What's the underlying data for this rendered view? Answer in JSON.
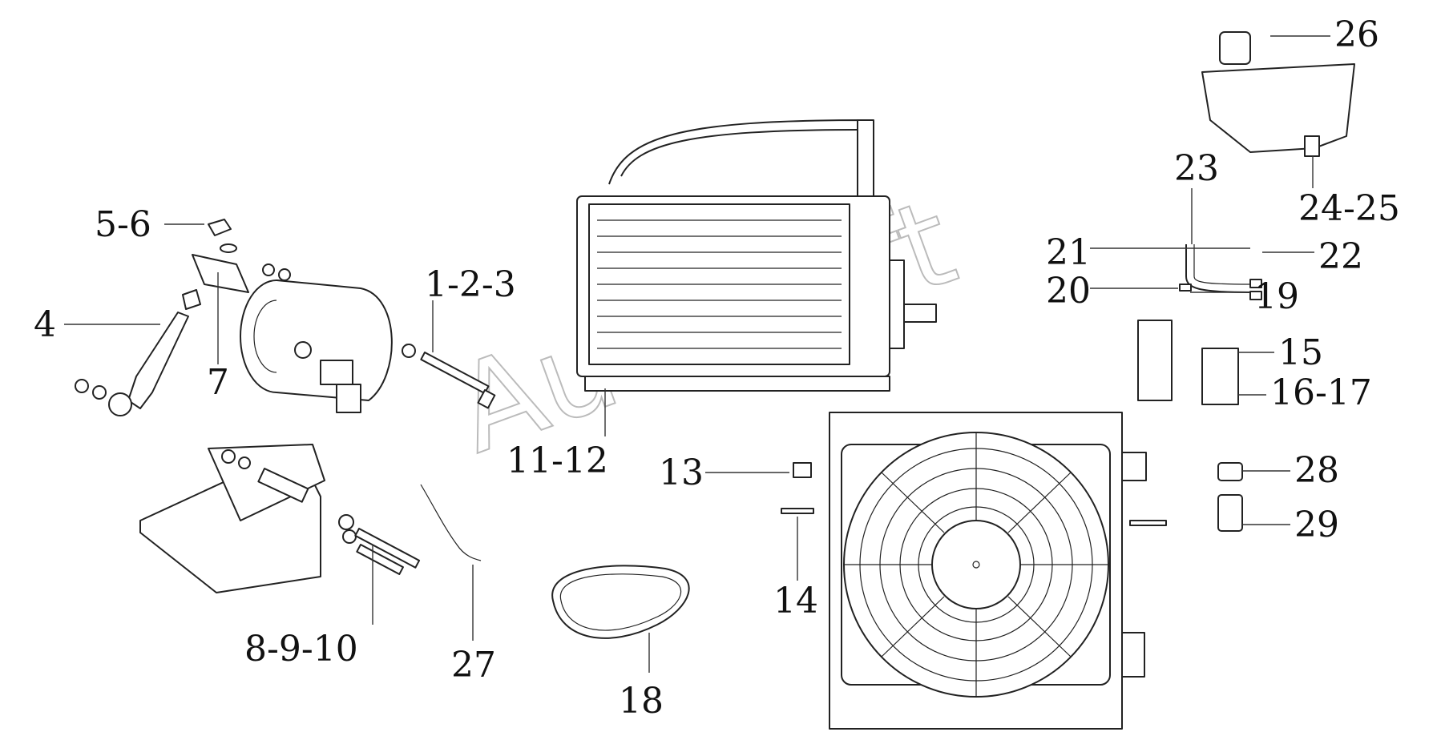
{
  "watermark": "AutoSoft",
  "callouts": [
    {
      "id": "c1",
      "text": "26"
    },
    {
      "id": "c2",
      "text": "24-25"
    },
    {
      "id": "c3",
      "text": "23"
    },
    {
      "id": "c4",
      "text": "21"
    },
    {
      "id": "c5",
      "text": "22"
    },
    {
      "id": "c6",
      "text": "20"
    },
    {
      "id": "c7",
      "text": "19"
    },
    {
      "id": "c8",
      "text": "15"
    },
    {
      "id": "c9",
      "text": "16-17"
    },
    {
      "id": "c10",
      "text": "28"
    },
    {
      "id": "c11",
      "text": "29"
    },
    {
      "id": "c12",
      "text": "5-6"
    },
    {
      "id": "c13",
      "text": "4"
    },
    {
      "id": "c14",
      "text": "7"
    },
    {
      "id": "c15",
      "text": "1-2-3"
    },
    {
      "id": "c16",
      "text": "11-12"
    },
    {
      "id": "c17",
      "text": "13"
    },
    {
      "id": "c18",
      "text": "14"
    },
    {
      "id": "c19",
      "text": "8-9-10"
    },
    {
      "id": "c20",
      "text": "27"
    },
    {
      "id": "c21",
      "text": "18"
    }
  ]
}
